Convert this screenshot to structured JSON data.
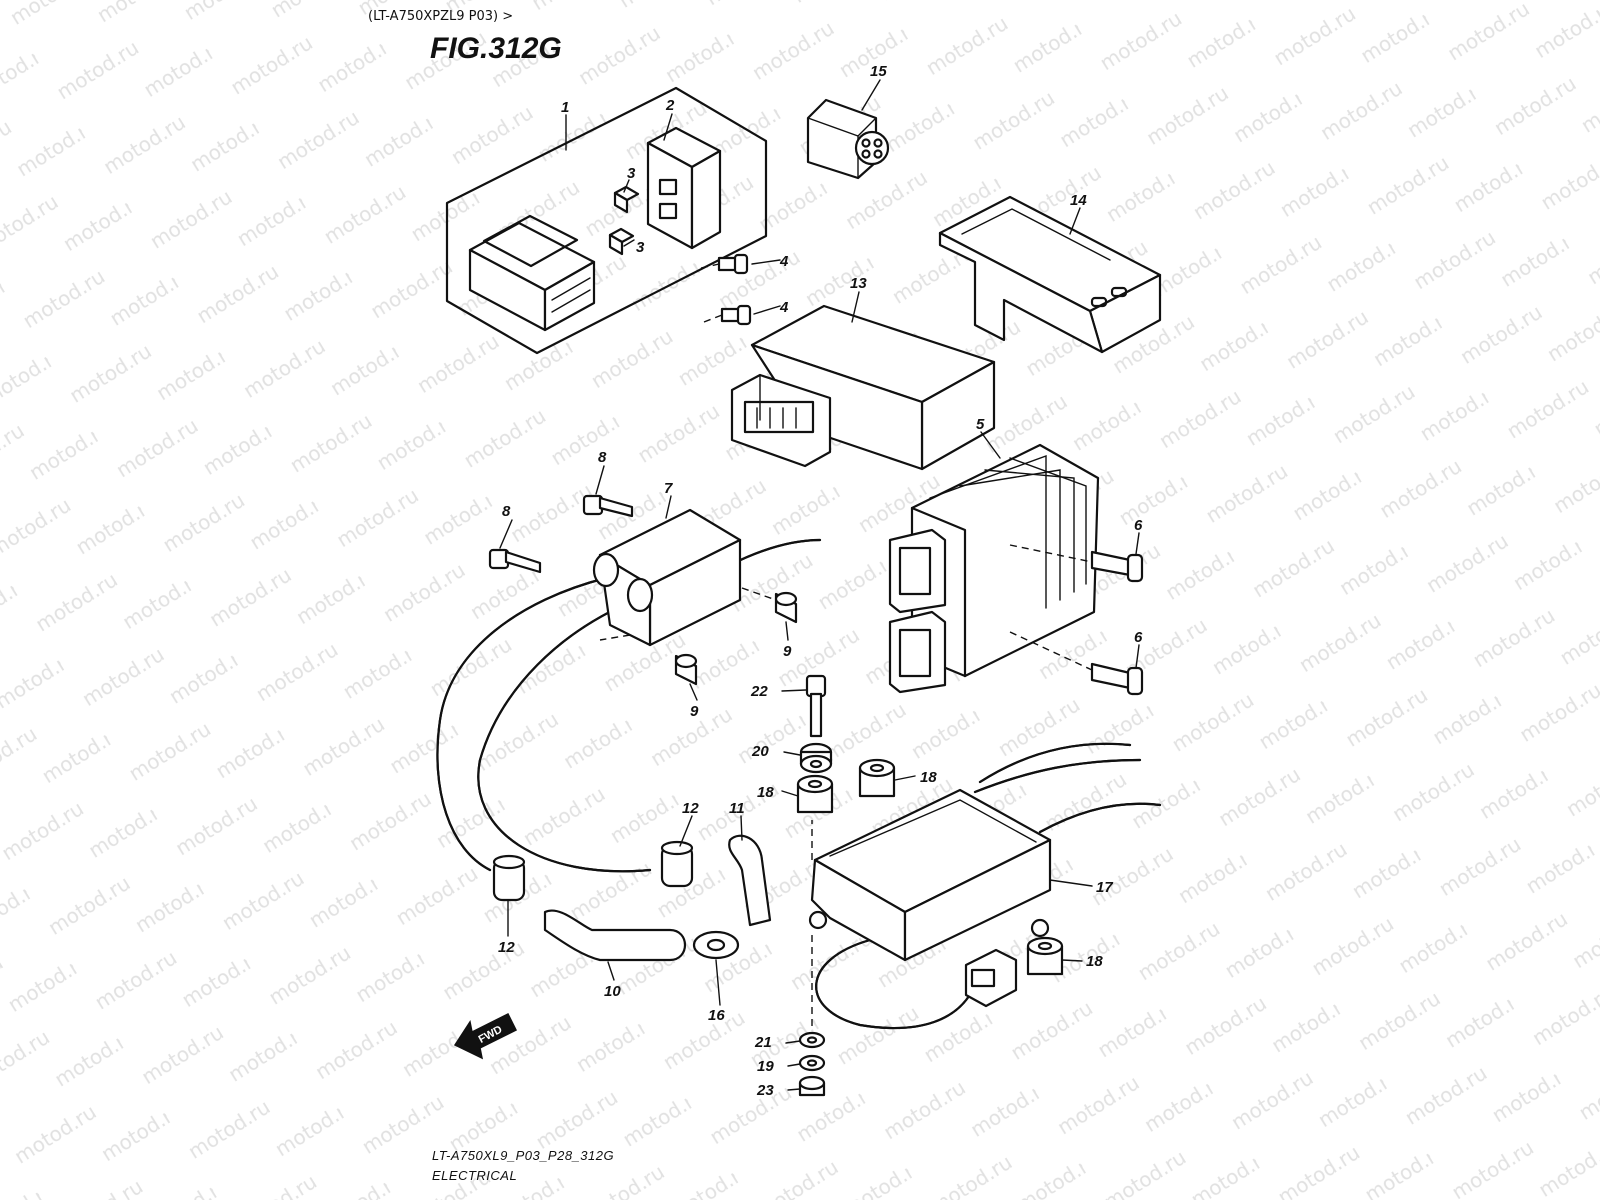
{
  "header": {
    "model": "(LT-A750XPZL9 P03) >",
    "figure": "FIG.312G"
  },
  "footer": {
    "code": "LT-A750XL9_P03_P28_312G",
    "section": "ELECTRICAL"
  },
  "watermark": "motod.ru",
  "direction_label": "FWD",
  "callouts": [
    "1",
    "2",
    "3",
    "3",
    "4",
    "4",
    "5",
    "6",
    "6",
    "7",
    "8",
    "8",
    "9",
    "9",
    "10",
    "11",
    "12",
    "12",
    "13",
    "14",
    "15",
    "16",
    "17",
    "18",
    "18",
    "18",
    "19",
    "20",
    "21",
    "22",
    "23"
  ]
}
